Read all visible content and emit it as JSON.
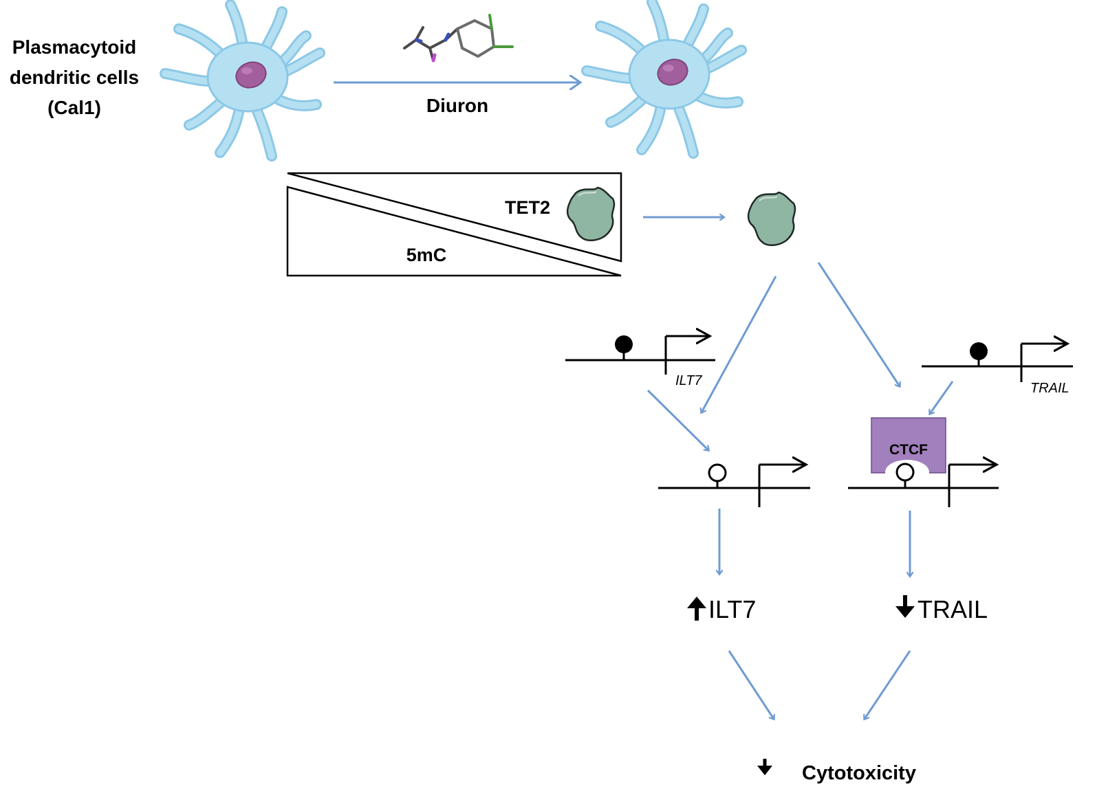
{
  "cell_label": [
    "Plasmacytoid",
    "dendritic cells",
    "(Cal1)"
  ],
  "treatment_label": "Diuron",
  "gradient": {
    "top_label": "TET2",
    "bottom_label": "5mC"
  },
  "genes": {
    "left": "ILT7",
    "right": "TRAIL"
  },
  "binding_protein": "CTCF",
  "outcomes": {
    "left": "ILT7",
    "right": "TRAIL"
  },
  "final": "Cytotoxicity",
  "colors": {
    "arrow_blue": "#6f9bd1",
    "cell_body": "#b5e0f2",
    "cell_edge": "#8cc8e6",
    "nucleus": "#a25f9e",
    "tet2_protein": "#8fb5a3",
    "ctcf_box": "#a27fbd"
  }
}
